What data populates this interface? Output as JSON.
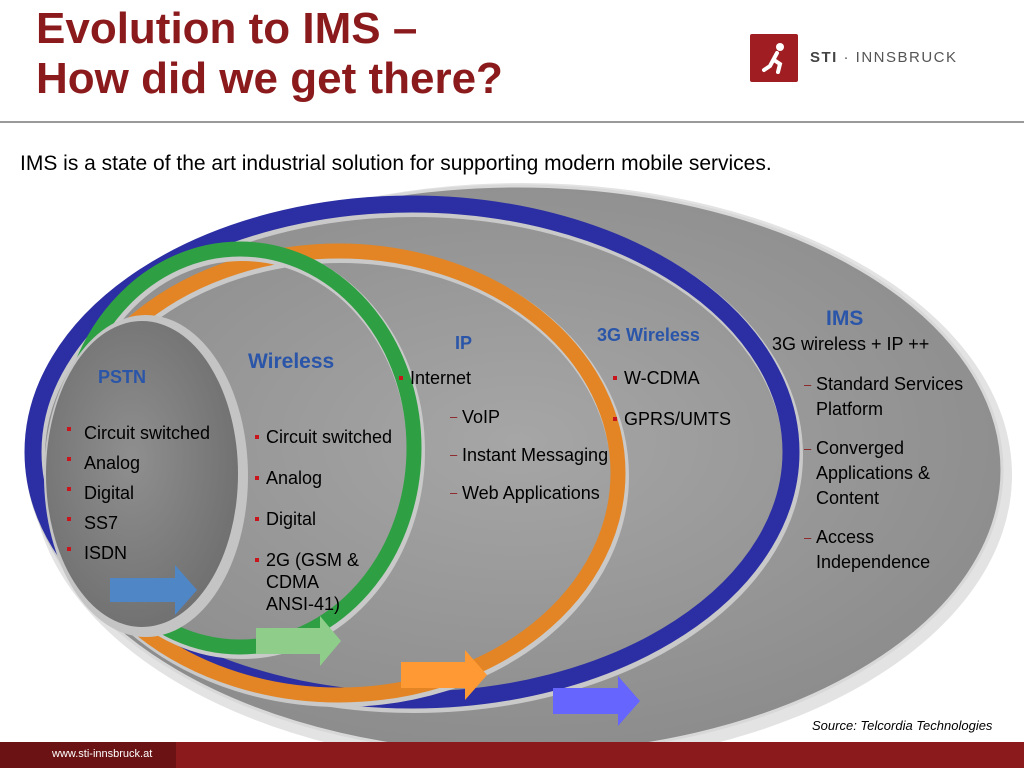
{
  "title": {
    "line1": "Evolution to IMS –",
    "line2": "How did we get there?"
  },
  "logo": {
    "strong": "STI",
    "rest": " · INNSBRUCK"
  },
  "subtitle": "IMS is a state of the art industrial solution for supporting modern mobile services.",
  "pstn": {
    "heading": "PSTN",
    "items": [
      "Circuit switched",
      "Analog",
      "Digital",
      "SS7",
      "ISDN"
    ]
  },
  "wireless": {
    "heading": "Wireless",
    "items": [
      "Circuit switched",
      "Analog",
      "Digital",
      "2G (GSM & CDMA ANSI-41)"
    ]
  },
  "ip": {
    "heading": "IP",
    "top_item": "Internet",
    "sub_items": [
      "VoIP",
      "Instant Messaging",
      "Web Applications"
    ]
  },
  "g3": {
    "heading": "3G Wireless",
    "items": [
      "W-CDMA",
      "GPRS/UMTS"
    ]
  },
  "ims": {
    "heading": "IMS",
    "tagline": "3G wireless + IP ++",
    "sub_items": [
      "Standard Services Platform",
      "Converged Applications & Content",
      "Access Independence"
    ]
  },
  "source": "Source: Telcordia Technologies",
  "footer_url": "www.sti-innsbruck.at",
  "colors": {
    "title_red": "#8b1a1d",
    "ring_green": "#2ea043",
    "ring_orange": "#e38524",
    "ring_blue": "#2b2fa3",
    "heading_blue": "#2a55a8",
    "arrow_blue": "#4f86c6",
    "arrow_green": "#8fce8a",
    "arrow_orange": "#ff9933",
    "arrow_violet": "#6666ff"
  }
}
